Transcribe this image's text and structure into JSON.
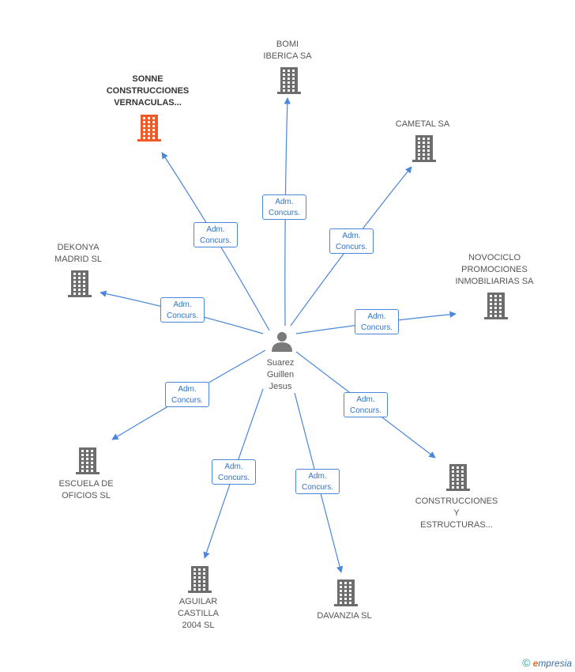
{
  "center": {
    "id": "suarez",
    "label_lines": [
      "Suarez",
      "Guillen",
      "Jesus"
    ],
    "icon": "person-icon"
  },
  "edge_label": [
    "Adm.",
    "Concurs."
  ],
  "companies": [
    {
      "id": "sonne",
      "label_lines": [
        "SONNE",
        "CONSTRUCCIONES",
        "VERNACULAS..."
      ],
      "highlight": true,
      "icon": "building-icon"
    },
    {
      "id": "bomi",
      "label_lines": [
        "BOMI",
        "IBERICA SA"
      ],
      "highlight": false,
      "icon": "building-icon"
    },
    {
      "id": "cametal",
      "label_lines": [
        "CAMETAL SA"
      ],
      "highlight": false,
      "icon": "building-icon"
    },
    {
      "id": "dekonya",
      "label_lines": [
        "DEKONYA",
        "MADRID SL"
      ],
      "highlight": false,
      "icon": "building-icon"
    },
    {
      "id": "novociclo",
      "label_lines": [
        "NOVOCICLO",
        "PROMOCIONES",
        "INMOBILIARIAS SA"
      ],
      "highlight": false,
      "icon": "building-icon"
    },
    {
      "id": "escuela",
      "label_lines": [
        "ESCUELA DE",
        "OFICIOS SL"
      ],
      "highlight": false,
      "icon": "building-icon"
    },
    {
      "id": "construcciones",
      "label_lines": [
        "CONSTRUCCIONES",
        "Y",
        "ESTRUCTURAS..."
      ],
      "highlight": false,
      "icon": "building-icon"
    },
    {
      "id": "aguilar",
      "label_lines": [
        "AGUILAR",
        "CASTILLA",
        "2004 SL"
      ],
      "highlight": false,
      "icon": "building-icon"
    },
    {
      "id": "davanzia",
      "label_lines": [
        "DAVANZIA SL"
      ],
      "highlight": false,
      "icon": "building-icon"
    }
  ],
  "colors": {
    "edge": "#4a86d9",
    "building": "#6d6d6d",
    "building_highlight": "#f05a28",
    "person": "#7a7a7a"
  },
  "footer": {
    "copyright": "©",
    "brand_first": "e",
    "brand_rest": "mpresia"
  }
}
